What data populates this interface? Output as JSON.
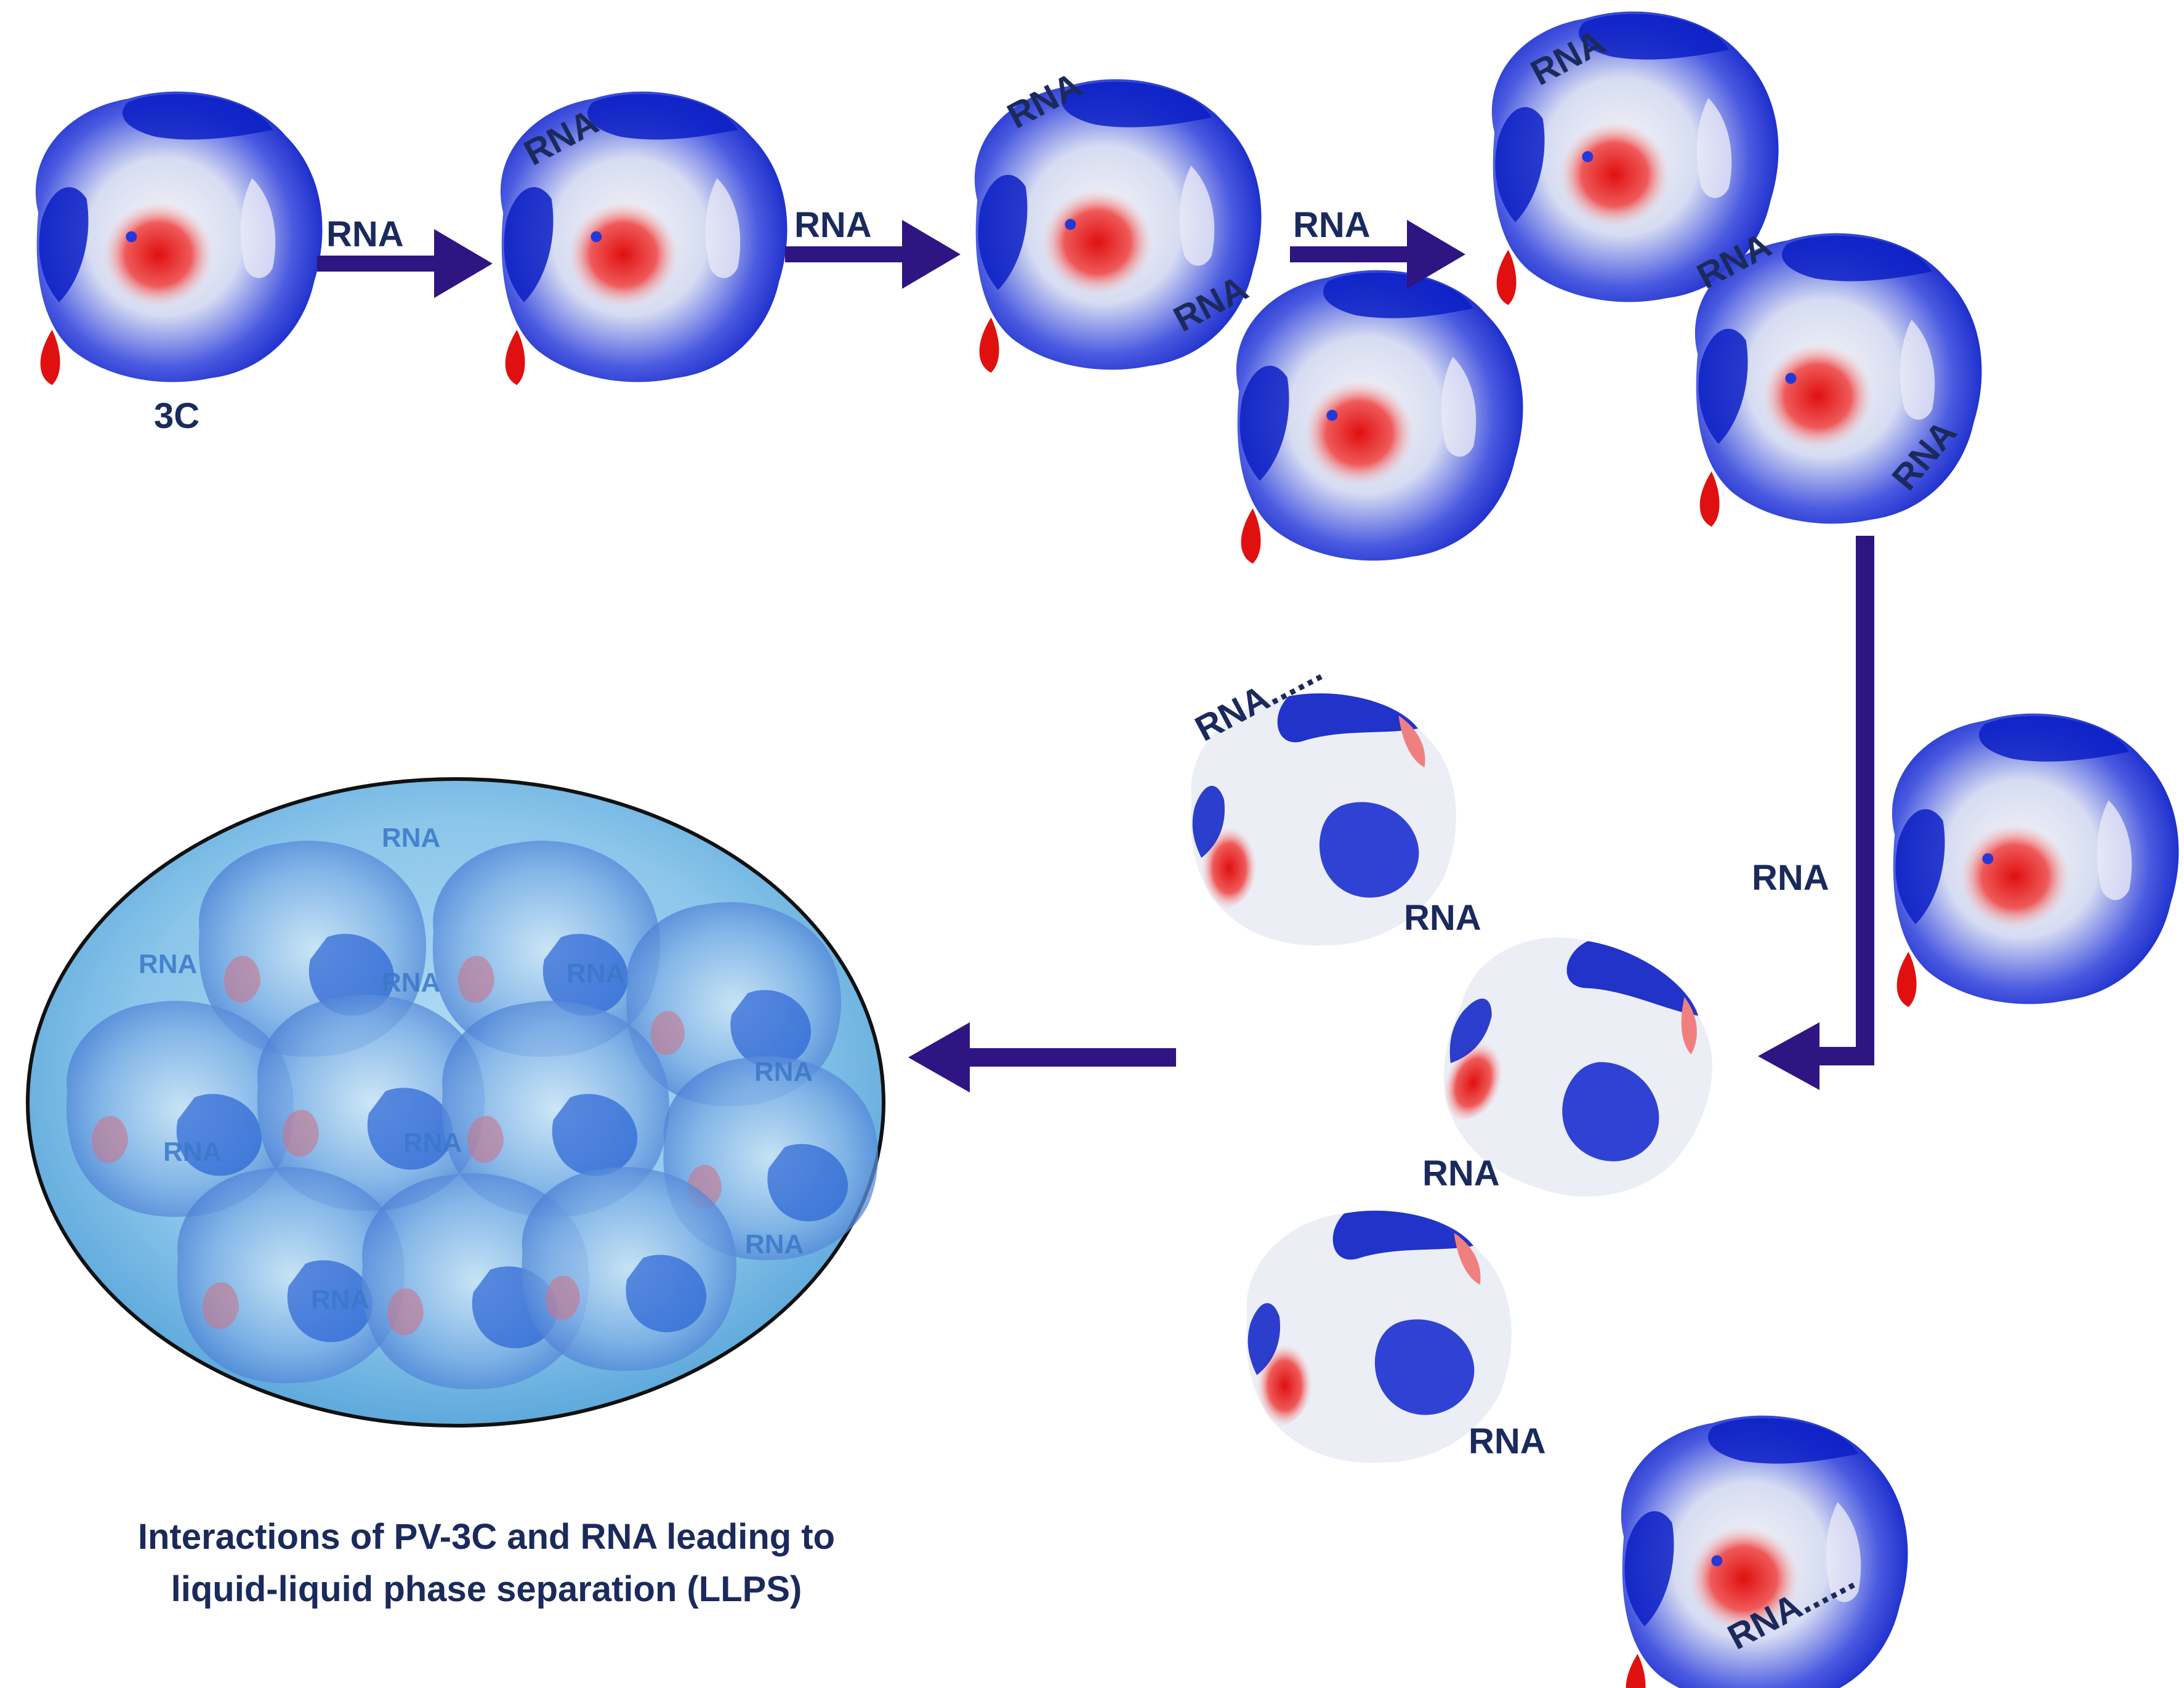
{
  "labels": {
    "protein": "3C",
    "rna": "RNA",
    "rna_trailing": "RNA......"
  },
  "caption": {
    "line1": "Interactions of PV-3C and RNA leading to",
    "line2": "liquid-liquid phase separation (LLPS)"
  },
  "colors": {
    "arrow": "#2e1582",
    "text": "#1b2a5c",
    "positive_surface": "#0a1fc8",
    "negative_surface": "#e31b1b",
    "neutral_surface": "#f2f2f2",
    "droplet": "#8ec8ea"
  }
}
